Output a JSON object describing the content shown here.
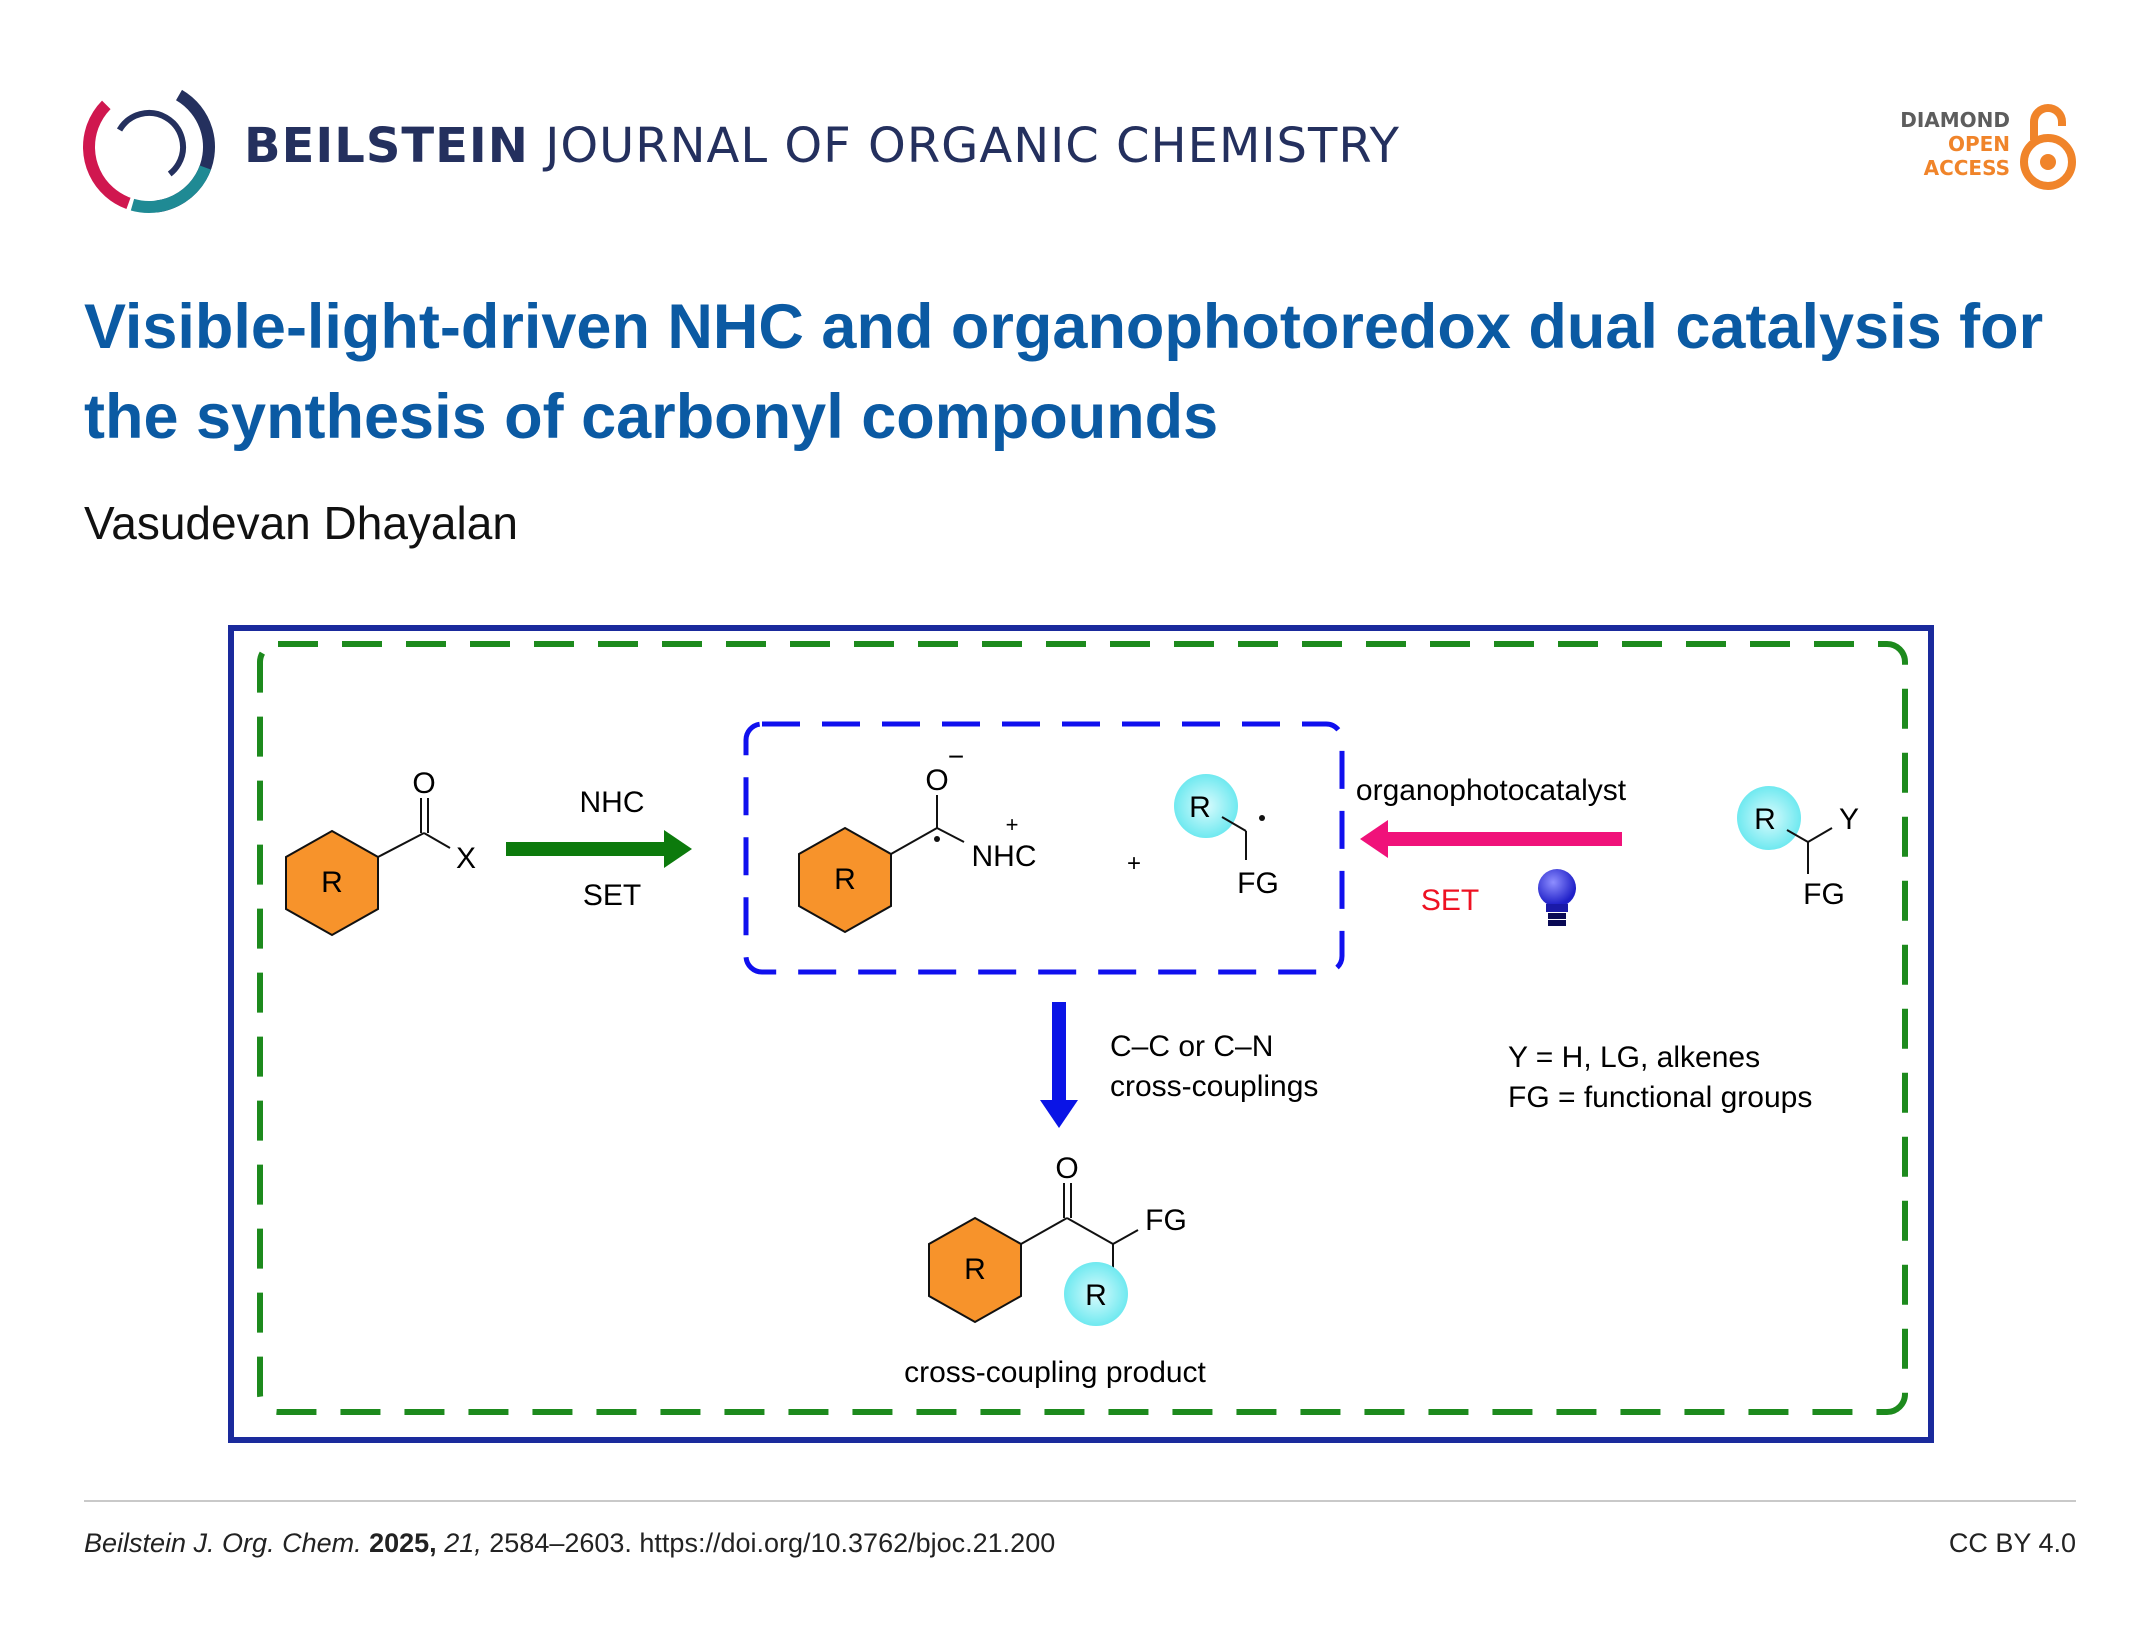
{
  "header": {
    "journal_bold": "BEILSTEIN",
    "journal_rest": "JOURNAL OF ORGANIC CHEMISTRY",
    "badge": {
      "line1": "DIAMOND",
      "line2": "OPEN",
      "line3": "ACCESS"
    }
  },
  "article": {
    "title": "Visible-light-driven NHC and organophotoredox dual catalysis for the synthesis of carbonyl compounds",
    "author": "Vasudevan Dhayalan"
  },
  "scheme": {
    "start": {
      "ring": "R",
      "oxygen": "O",
      "leaving": "X"
    },
    "arrow1": {
      "top": "NHC",
      "bottom": "SET"
    },
    "intermediate": {
      "ring": "R",
      "oxygen": "O",
      "minus": "−",
      "plus": "+",
      "nhc": "NHC",
      "join": "+",
      "radical_r": "R",
      "radical_fg": "FG"
    },
    "arrow2": {
      "top": "organophotocatalyst",
      "bottom": "SET"
    },
    "precursor": {
      "r": "R",
      "y": "Y",
      "fg": "FG"
    },
    "down_label": [
      "C–C or C–N",
      "cross-couplings"
    ],
    "legend": [
      "Y = H, LG, alkenes",
      "FG = functional groups"
    ],
    "product": {
      "ring": "R",
      "oxygen": "O",
      "fg": "FG",
      "r": "R",
      "caption": "cross-coupling product"
    }
  },
  "footer": {
    "journal": "Beilstein J. Org. Chem.",
    "year": "2025,",
    "volume": "21,",
    "pages_doi": "2584–2603. https://doi.org/10.3762/bjoc.21.200",
    "license": "CC BY 4.0"
  },
  "colors": {
    "title": "#0b5aa3",
    "outer_frame": "#1a2a9c",
    "green_dash": "#1d8a1d",
    "blue_dash": "#1010ee",
    "green_arrow": "#0c7a0c",
    "pink_arrow": "#f0127a",
    "ring_fill": "#f7932b",
    "radical_fill": "#7ff0f5",
    "set_red": "#ee1122",
    "down_arrow": "#0a14e6"
  }
}
